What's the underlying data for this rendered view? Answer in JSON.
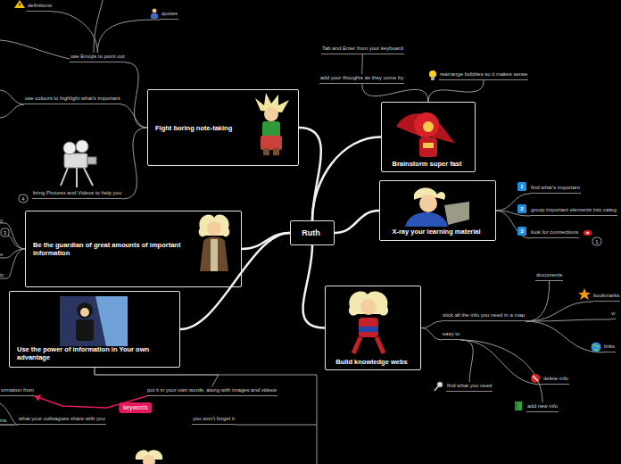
{
  "diagram": {
    "nodes": [
      {
        "text": [
          "Ruth"
        ]
      },
      {
        "text": [
          "Fight boring note-taking"
        ]
      },
      {
        "text": [
          "use Emojis to point out"
        ]
      },
      {
        "text": [
          "definitions"
        ]
      },
      {
        "text": [
          "quotes"
        ]
      },
      {
        "text": [
          "use colours to highlight what's important"
        ]
      },
      {
        "text": [
          "bring Pictures and Videos to help you"
        ]
      },
      {
        "text": [
          "Brainstorm super fast"
        ]
      },
      {
        "text": [
          "add your thoughts as they come by"
        ]
      },
      {
        "text": [
          "Tab and Enter from your keyboard"
        ]
      },
      {
        "text": [
          "rearrange bubbles so it makes sense"
        ]
      },
      {
        "text": [
          "X-ray your learning material"
        ]
      },
      {
        "text": [
          "find what's important"
        ]
      },
      {
        "text": [
          "group important elements into categ"
        ]
      },
      {
        "text": [
          "look for connections"
        ]
      },
      {
        "text": [
          "Be the guardian of great amounts of important information"
        ]
      },
      {
        "text": [
          "Use the power of information in Your own advantage"
        ]
      },
      {
        "text": [
          "put it in your own words, along with images and videos"
        ]
      },
      {
        "text": [
          "ormation from"
        ]
      },
      {
        "text": [
          "what your colleagues share with you"
        ]
      },
      {
        "text": [
          "you won't forget it"
        ]
      },
      {
        "text": [
          "Build knowledge webs"
        ]
      },
      {
        "text": [
          "stick all the info you need in a map"
        ]
      },
      {
        "text": [
          "documents"
        ]
      },
      {
        "text": [
          "bookmarks"
        ]
      },
      {
        "text": [
          "vi"
        ]
      },
      {
        "text": [
          "links"
        ]
      },
      {
        "text": [
          "easy to"
        ]
      },
      {
        "text": [
          "find what you need"
        ]
      },
      {
        "text": [
          "delete info"
        ]
      },
      {
        "text": [
          "add new info"
        ]
      }
    ],
    "edges": [
      {
        "from": 0,
        "to": 1,
        "arrow": "none"
      },
      {
        "from": 0,
        "to": 7,
        "arrow": "none"
      },
      {
        "from": 0,
        "to": 11,
        "arrow": "none"
      },
      {
        "from": 0,
        "to": 15,
        "arrow": "none"
      },
      {
        "from": 0,
        "to": 16,
        "arrow": "none"
      },
      {
        "from": 0,
        "to": 21,
        "arrow": "none"
      },
      {
        "from": 1,
        "to": 2,
        "arrow": "none"
      },
      {
        "from": 1,
        "to": 5,
        "arrow": "none"
      },
      {
        "from": 1,
        "to": 6,
        "arrow": "none"
      },
      {
        "from": 2,
        "to": 3,
        "arrow": "none"
      },
      {
        "from": 2,
        "to": 4,
        "arrow": "none"
      },
      {
        "from": 7,
        "to": 8,
        "arrow": "none"
      },
      {
        "from": 7,
        "to": 10,
        "arrow": "none"
      },
      {
        "from": 8,
        "to": 9,
        "arrow": "none"
      },
      {
        "from": 11,
        "to": 12,
        "arrow": "none"
      },
      {
        "from": 11,
        "to": 13,
        "arrow": "none"
      },
      {
        "from": 11,
        "to": 14,
        "arrow": "none"
      },
      {
        "from": 16,
        "to": 17,
        "arrow": "none"
      },
      {
        "from": 16,
        "to": 20,
        "arrow": "none"
      },
      {
        "from": 17,
        "to": 18,
        "label": "keywords",
        "arrow": "to"
      },
      {
        "from": 21,
        "to": 22,
        "arrow": "none"
      },
      {
        "from": 21,
        "to": 27,
        "arrow": "none"
      },
      {
        "from": 22,
        "to": 23,
        "arrow": "none"
      },
      {
        "from": 22,
        "to": 24,
        "arrow": "none"
      },
      {
        "from": 22,
        "to": 25,
        "arrow": "none"
      },
      {
        "from": 22,
        "to": 26,
        "arrow": "none"
      },
      {
        "from": 27,
        "to": 28,
        "arrow": "none"
      },
      {
        "from": 27,
        "to": 29,
        "arrow": "none"
      },
      {
        "from": 27,
        "to": 30,
        "arrow": "none"
      }
    ],
    "labels": [
      "1",
      "2",
      "3",
      "1",
      "4",
      "y",
      "3",
      "s",
      "ic",
      "tra"
    ]
  }
}
